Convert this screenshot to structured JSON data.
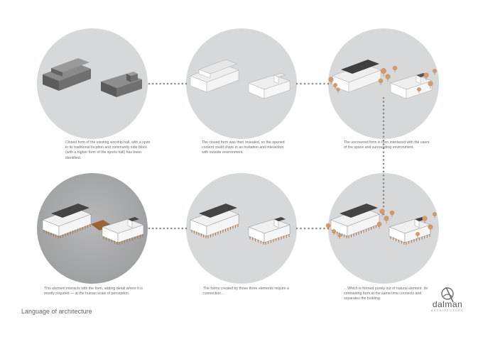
{
  "panels": [
    {
      "id": "p1",
      "caption": "Closed form of the existing worship hall, with a spire in its traditional location and community side block (with a higher form of the sports hall) has been identified."
    },
    {
      "id": "p2",
      "caption": "The closed form was then revealed, so the opened content could share in an invitation and interaction with outside environment."
    },
    {
      "id": "p3",
      "caption": "The uncovered form is then interlaced with the users of the space and surrounding environment."
    },
    {
      "id": "p4",
      "caption": "This element interacts with the form, adding detail where it is mostly required — at the human scale of perception."
    },
    {
      "id": "p5",
      "caption": "The forms created by those three elements require a connection…"
    },
    {
      "id": "p6",
      "caption": "…Which is formed purely out of natural element. Its contrasting form at the same time connects and separates the building."
    }
  ],
  "footer": {
    "title": "Language of architecture"
  },
  "brand": {
    "name": "dalman",
    "subtitle": "architecture"
  },
  "colors": {
    "circle": "#d6d7d8",
    "circle_dark": "#a9aaab",
    "dots": "#8c8c8c",
    "tree": "#d69a66",
    "wood": "#a86a3c",
    "block_dark": "#6e6e6e"
  }
}
